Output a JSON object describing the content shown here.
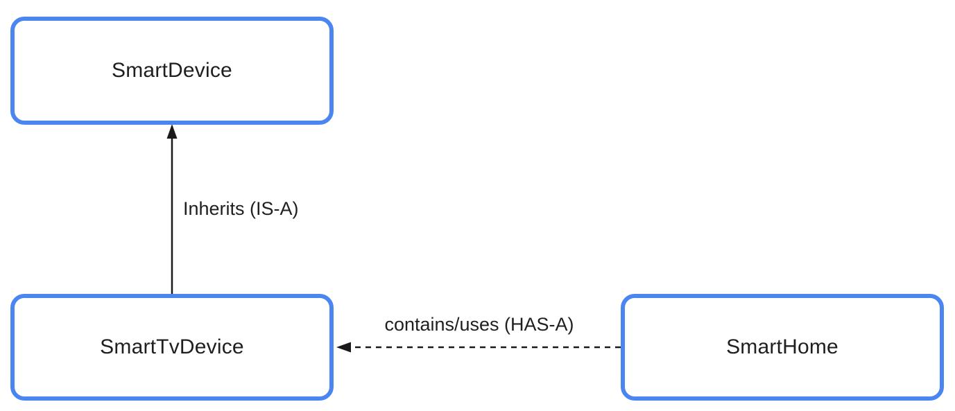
{
  "diagram": {
    "type": "class-relationship-diagram",
    "nodes": [
      {
        "id": "smart-device",
        "label": "SmartDevice"
      },
      {
        "id": "smart-tv-device",
        "label": "SmartTvDevice"
      },
      {
        "id": "smart-home",
        "label": "SmartHome"
      }
    ],
    "edges": [
      {
        "from": "SmartTvDevice",
        "to": "SmartDevice",
        "label": "Inherits (IS-A)",
        "line_style": "solid",
        "direction": "up"
      },
      {
        "from": "SmartHome",
        "to": "SmartTvDevice",
        "label": "contains/uses (HAS-A)",
        "line_style": "dashed",
        "direction": "left"
      }
    ],
    "colors": {
      "node_border": "#4a85f0",
      "node_fill": "#ffffff",
      "edge": "#1a1a1a",
      "text": "#1f1f1f",
      "background": "#ffffff"
    }
  }
}
